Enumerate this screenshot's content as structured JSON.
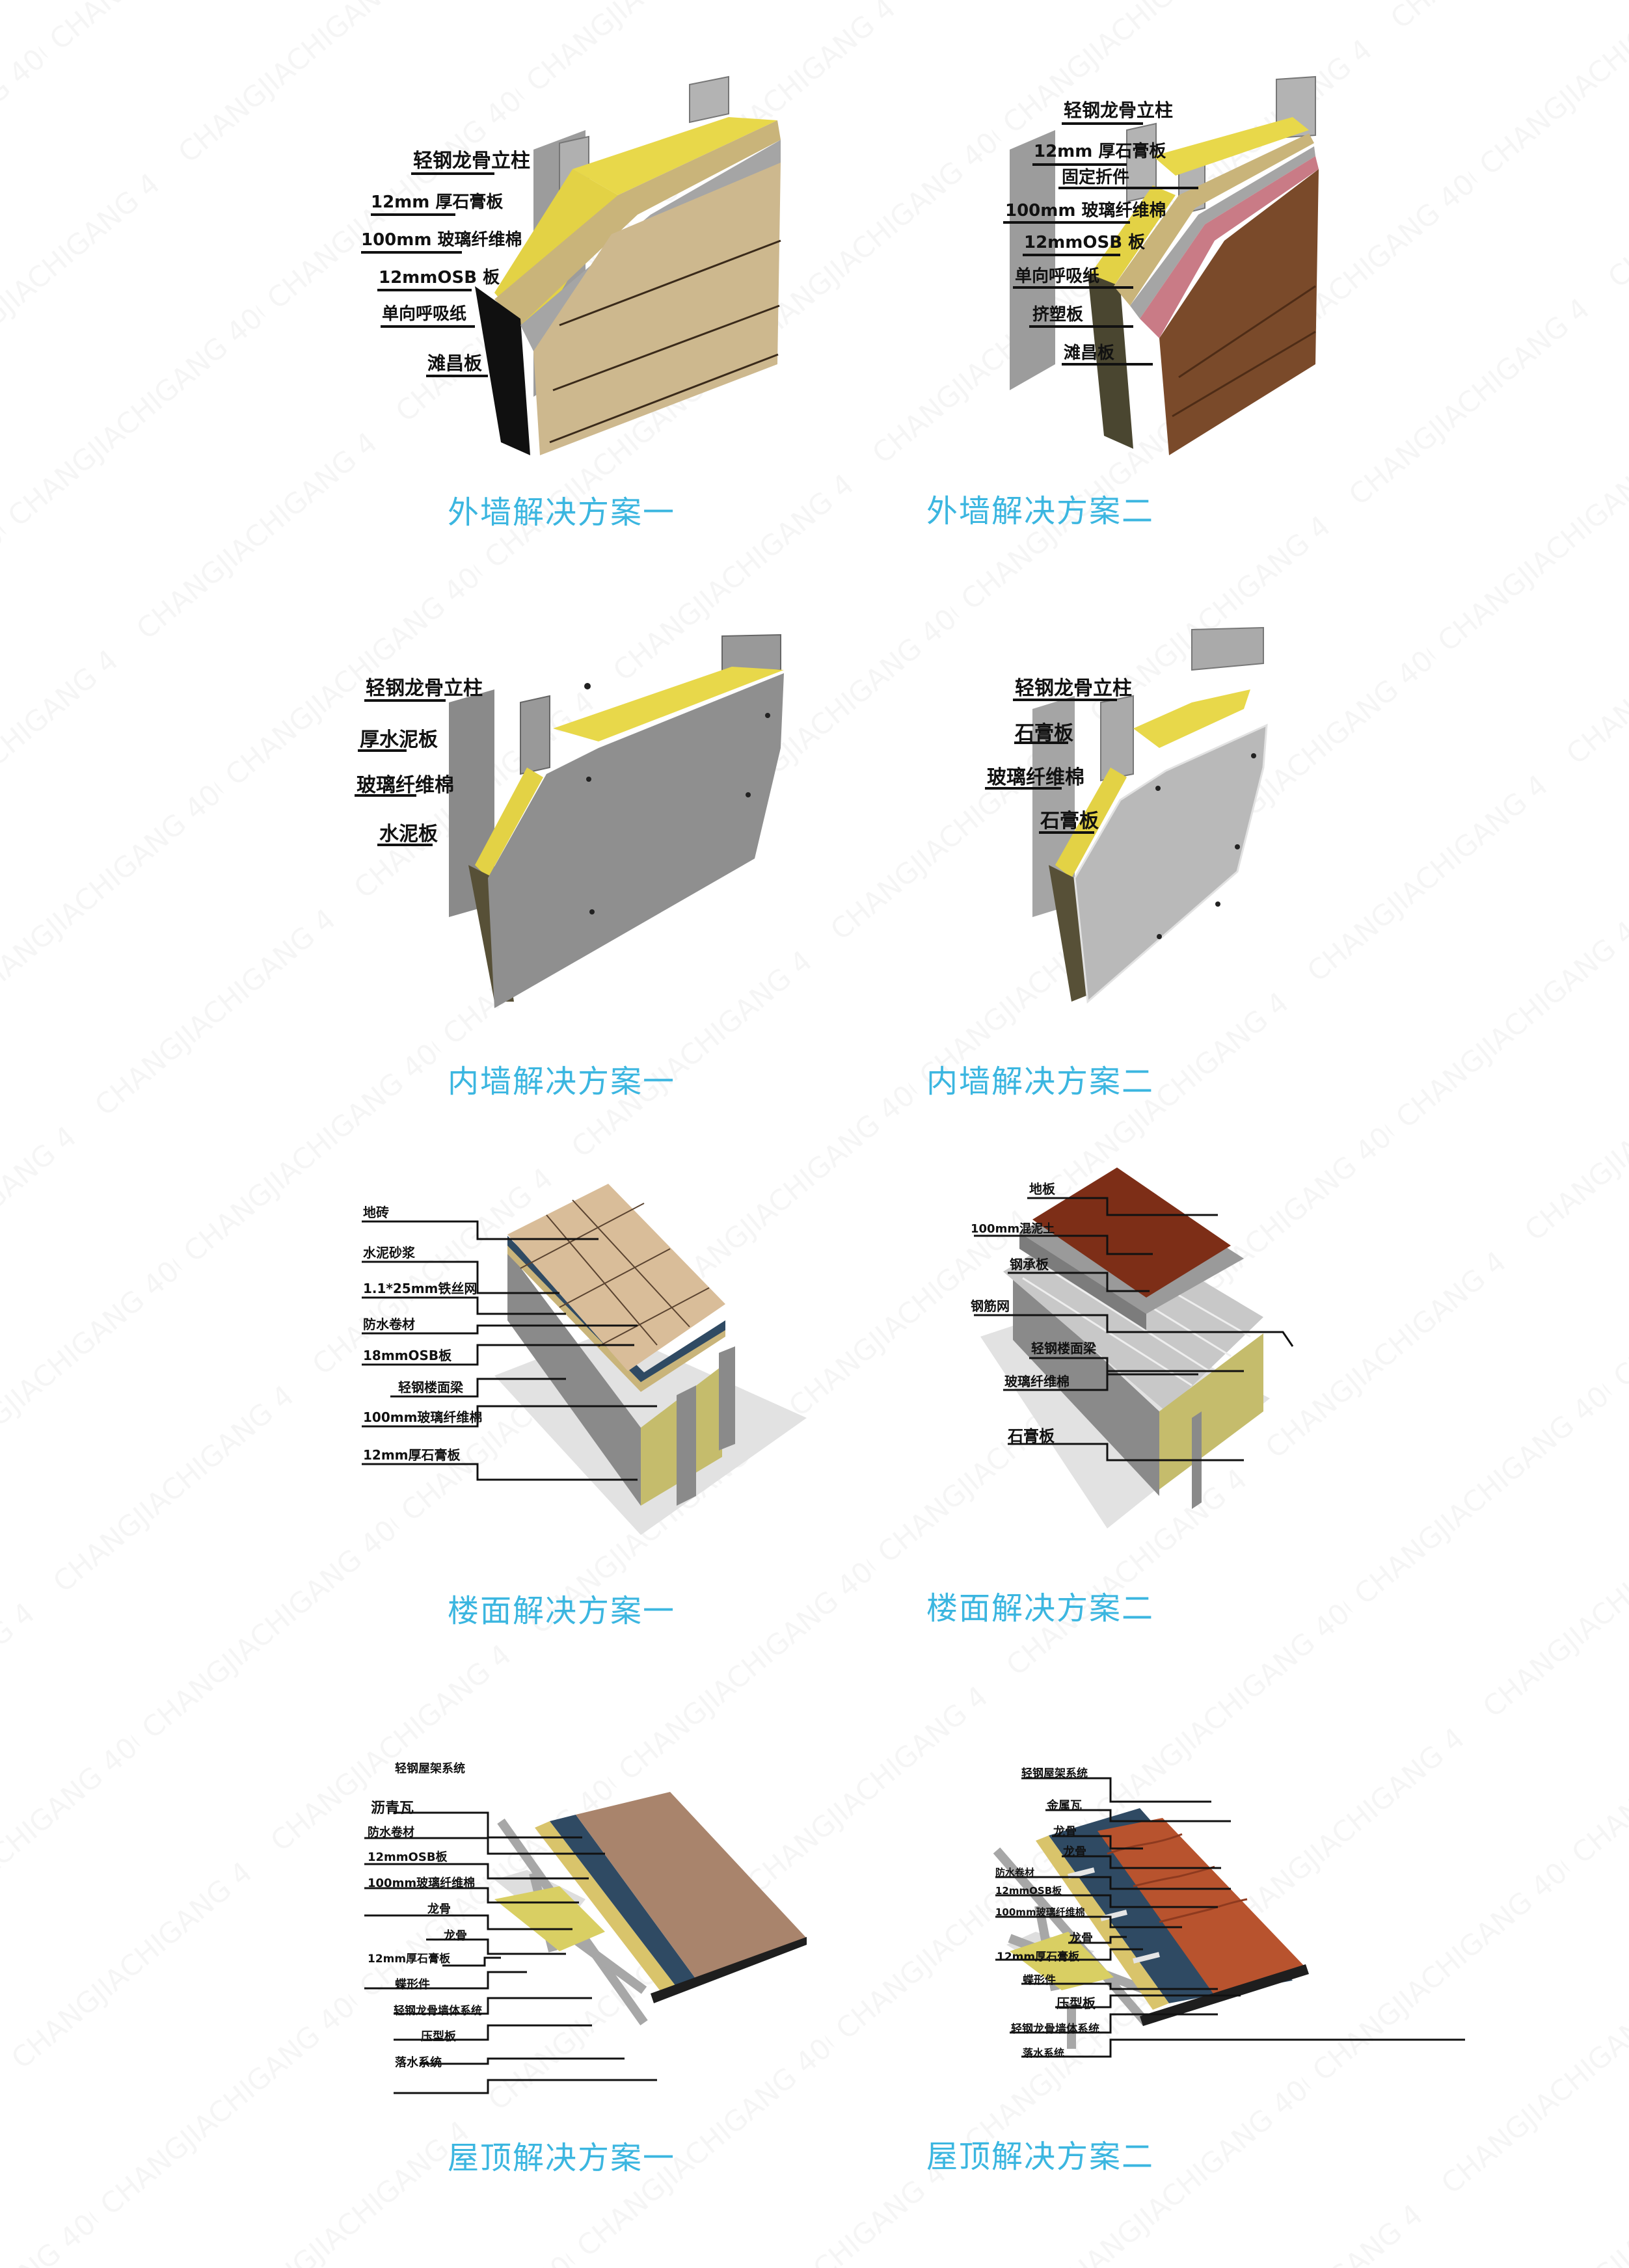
{
  "colors": {
    "caption": "#3bb6e0",
    "label": "#111111",
    "steel": "#a9a9a9",
    "insulation": "#e8d84a",
    "osb": "#c9b47a",
    "wood_light": "#cdb88e",
    "wood_dark": "#7a4a2a",
    "xps_pink": "#c97b86",
    "cement": "#8f8f8f",
    "gypsum": "#b9b9b9",
    "tile": "#d9bd99",
    "floor_wood": "#7d2e17",
    "membrane_blue": "#2f4a63",
    "shingle": "#a9846c",
    "metal_tile": "#b8532e"
  },
  "panels": [
    {
      "id": "exterior-wall-1",
      "caption": "外墙解决方案一",
      "labels": [
        "轻钢龙骨立柱",
        "12mm 厚石膏板",
        "100mm 玻璃纤维棉",
        "12mmOSB 板",
        "单向呼吸纸",
        "滩昌板"
      ]
    },
    {
      "id": "exterior-wall-2",
      "caption": "外墙解决方案二",
      "labels": [
        "轻钢龙骨立柱",
        "12mm 厚石膏板",
        "固定折件",
        "100mm 玻璃纤维棉",
        "12mmOSB 板",
        "单向呼吸纸",
        "挤塑板",
        "滩昌板"
      ]
    },
    {
      "id": "interior-wall-1",
      "caption": "内墙解决方案一",
      "labels": [
        "轻钢龙骨立柱",
        "厚水泥板",
        "玻璃纤维棉",
        "水泥板"
      ]
    },
    {
      "id": "interior-wall-2",
      "caption": "内墙解决方案二",
      "labels": [
        "轻钢龙骨立柱",
        "石膏板",
        "玻璃纤维棉",
        "石膏板"
      ]
    },
    {
      "id": "floor-1",
      "caption": "楼面解决方案一",
      "labels": [
        "地砖",
        "水泥砂浆",
        "1.1*25mm铁丝网",
        "防水卷材",
        "18mmOSB板",
        "轻钢楼面梁",
        "100mm玻璃纤维棉",
        "12mm厚石膏板"
      ]
    },
    {
      "id": "floor-2",
      "caption": "楼面解决方案二",
      "labels": [
        "地板",
        "100mm混泥土",
        "钢承板",
        "钢筋网",
        "轻钢楼面梁",
        "玻璃纤维棉",
        "石膏板"
      ]
    },
    {
      "id": "roof-1",
      "caption": "屋顶解决方案一",
      "labels": [
        "轻钢屋架系统",
        "沥青瓦",
        "防水卷材",
        "12mmOSB板",
        "100mm玻璃纤维棉",
        "龙骨",
        "龙骨",
        "12mm厚石膏板",
        "蝶形件",
        "轻钢龙骨墙体系统",
        "压型板",
        "落水系统"
      ]
    },
    {
      "id": "roof-2",
      "caption": "屋顶解决方案二",
      "labels": [
        "轻钢屋架系统",
        "金属瓦",
        "龙骨",
        "龙骨",
        "防水卷材",
        "12mmOSB板",
        "100mm玻璃纤维棉",
        "龙骨",
        "12mm厚石膏板",
        "蝶形件",
        "压型板",
        "轻钢龙骨墙体系统",
        "落水系统"
      ]
    }
  ],
  "watermark": {
    "text": "CHANGJIACHIGANG 400-8060-518"
  }
}
